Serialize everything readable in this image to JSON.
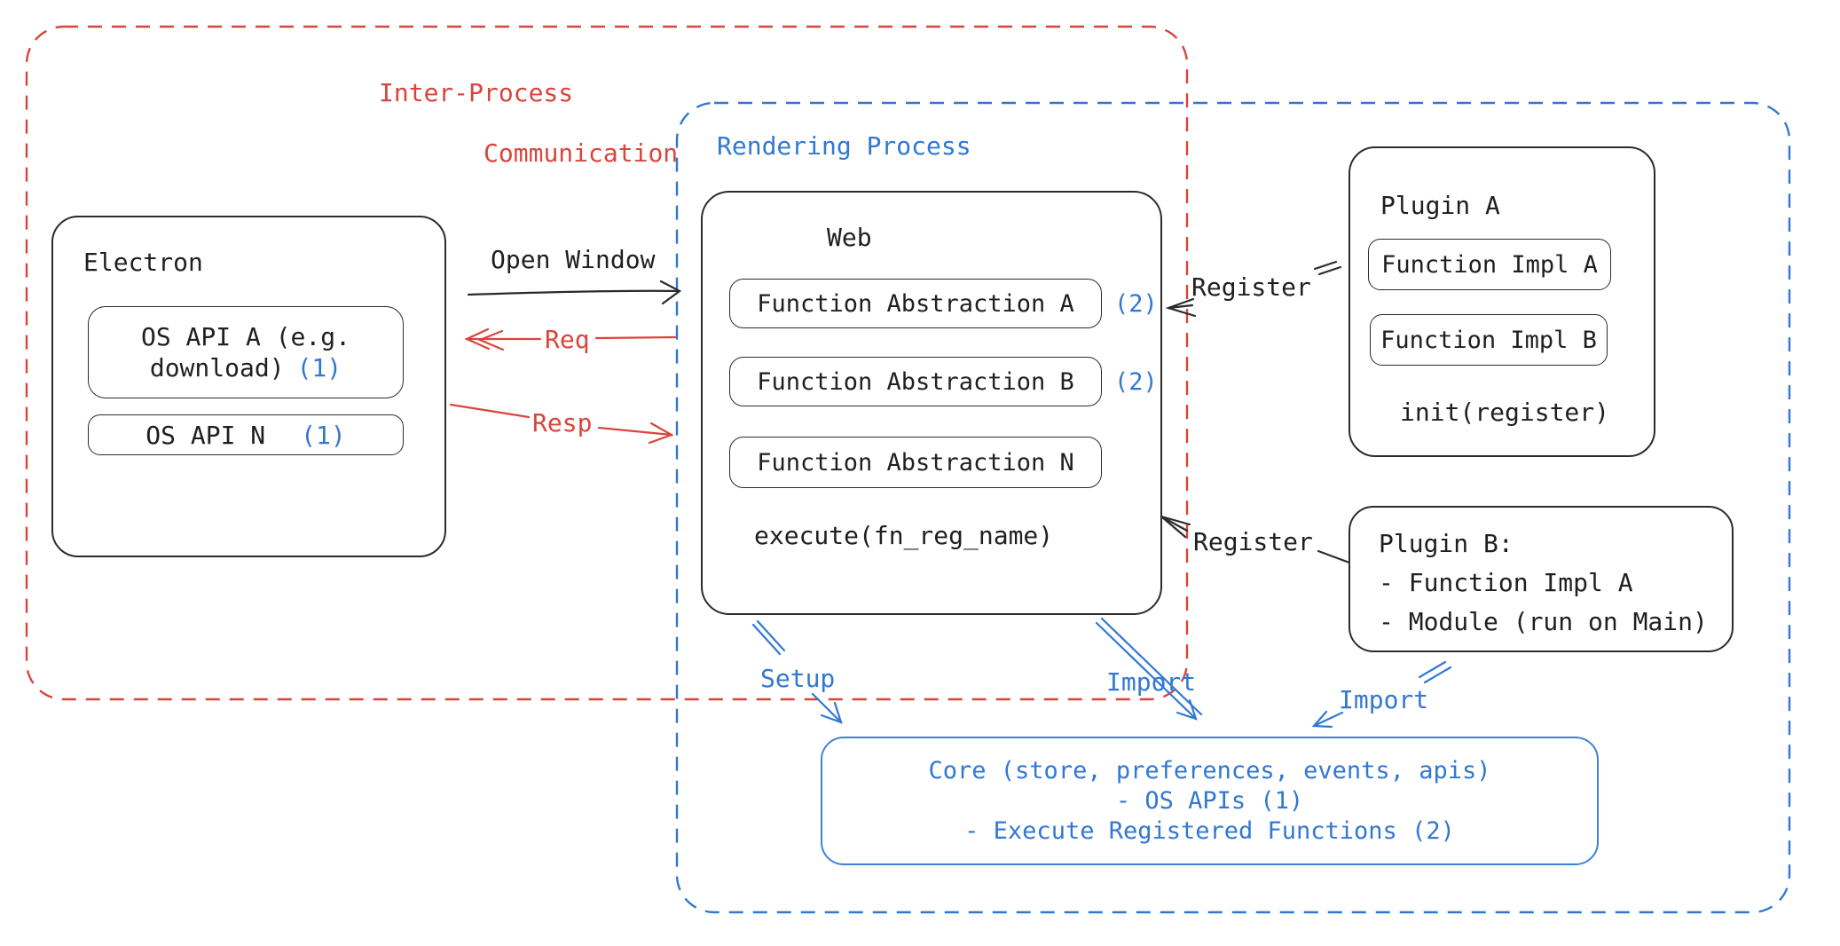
{
  "colors": {
    "red": "#d9453c",
    "blue": "#3178d2",
    "ink": "#1f1f1f",
    "background": "#ffffff"
  },
  "regions": {
    "ipc": {
      "line1": "Inter-Process",
      "line2": "Communication"
    },
    "rendering": {
      "label": "Rendering Process"
    }
  },
  "electron": {
    "title": "Electron",
    "os_api_a": {
      "line1": "OS API A (e.g.",
      "line2": "download)",
      "badge": "(1)"
    },
    "os_api_n": {
      "label": "OS API N",
      "badge": "(1)"
    }
  },
  "web": {
    "title": "Web",
    "items": [
      {
        "label": "Function Abstraction A",
        "badge": "(2)"
      },
      {
        "label": "Function Abstraction B",
        "badge": "(2)"
      },
      {
        "label": "Function Abstraction N",
        "badge": ""
      }
    ],
    "execute": "execute(fn_reg_name)"
  },
  "plugin_a": {
    "title": "Plugin A",
    "impl_a": "Function Impl A",
    "impl_b": "Function Impl B",
    "init": "init(register)"
  },
  "plugin_b": {
    "line1": "Plugin B:",
    "line2": "- Function Impl A",
    "line3": "- Module (run on Main)"
  },
  "core": {
    "line1": "Core (store, preferences, events, apis)",
    "line2": "- OS APIs (1)",
    "line3": "- Execute Registered Functions (2)"
  },
  "labels": {
    "open_window": "Open Window",
    "req": "Req",
    "resp": "Resp",
    "register_top": "Register",
    "register_bottom": "Register",
    "setup": "Setup",
    "import_center": "Import",
    "import_right": "Import"
  }
}
